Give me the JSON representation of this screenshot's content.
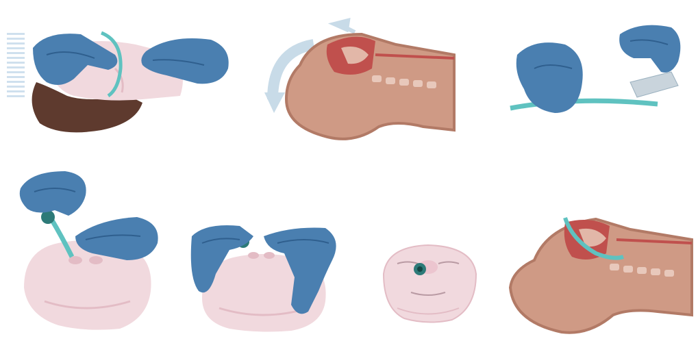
{
  "colors": {
    "glove": "#4a7fb0",
    "glove_shade": "#2f5f8e",
    "skin": "#f1d9de",
    "skin_shade": "#e3bcc5",
    "hair": "#5e3a2e",
    "head_section": "#cf9a85",
    "head_outline": "#b27a66",
    "airway_red": "#c0504d",
    "tube": "#5fc2c0",
    "arrow": "#c8dbe8",
    "bg": "#ffffff"
  },
  "panels": [
    {
      "icon": "head-measurement-illustration"
    },
    {
      "icon": "airway-cross-section-illustration"
    },
    {
      "icon": "lubricate-airway-illustration"
    },
    {
      "icon": "insert-nostril-illustration"
    },
    {
      "icon": "advance-airway-illustration"
    },
    {
      "icon": "airway-in-place-face-illustration"
    },
    {
      "icon": "airway-in-place-section-illustration"
    }
  ]
}
